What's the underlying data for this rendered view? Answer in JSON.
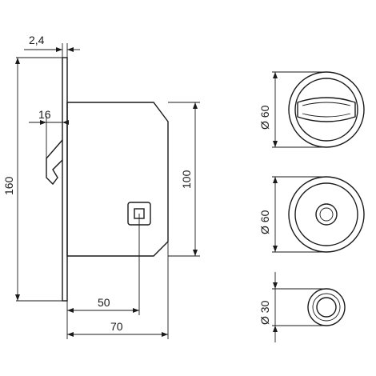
{
  "dimensions": {
    "faceplate_thickness": "2,4",
    "backset": "16",
    "height_total": "160",
    "body_height": "100",
    "spindle_offset": "50",
    "body_depth": "70",
    "rose_top_diameter": "Ø 60",
    "rose_middle_diameter": "Ø 60",
    "rose_bottom_diameter": "Ø 30"
  }
}
